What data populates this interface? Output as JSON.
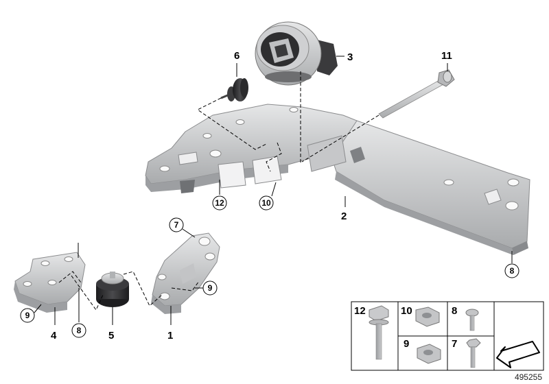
{
  "callouts": {
    "p1": "1",
    "p2": "2",
    "p3": "3",
    "p4": "4",
    "p5": "5",
    "p6": "6",
    "p7": "7",
    "p8a": "8",
    "p8b": "8",
    "p9a": "9",
    "p9b": "9",
    "p10": "10",
    "p11": "11",
    "p12": "12"
  },
  "legend": {
    "c12": "12",
    "c10": "10",
    "c8": "8",
    "c9": "9",
    "c7": "7"
  },
  "reference_number": "495255",
  "colors": {
    "metal_light": "#d9dadb",
    "metal_mid": "#b9babc",
    "metal_dark": "#8c8e91",
    "rubber": "#2b2b2d",
    "line": "#000000"
  }
}
